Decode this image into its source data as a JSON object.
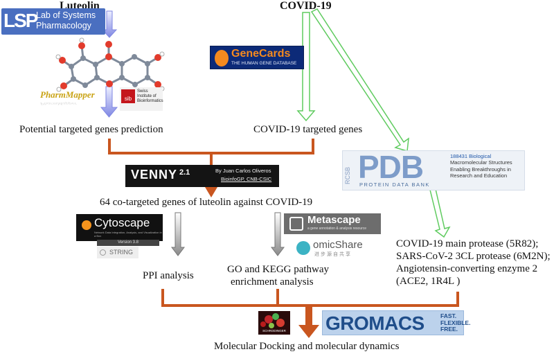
{
  "titles": {
    "luteolin": "Luteolin",
    "covid": "COVID-19"
  },
  "logos": {
    "lsp": {
      "mark": "LSP",
      "name": "Lab of Systems\nPharmacology"
    },
    "genecards": {
      "main": "GeneCards",
      "sub": "THE HUMAN GENE DATABASE"
    },
    "pharmmapper": {
      "label": "PharmMapper"
    },
    "sib": {
      "short": "sib",
      "name": "Swiss Institute of\nBioinformatics"
    },
    "venny": {
      "name": "VENNY",
      "version": "2.1",
      "by": "By Juan Carlos Oliveros",
      "affiliation": "BioinfoGP, CNB-CSIC"
    },
    "pdb": {
      "rcsb": "RCSB",
      "big": "PDB",
      "sub": "PROTEIN DATA BANK",
      "count": "188431 Biological",
      "desc": "Macromolecular Structures\nEnabling Breakthroughs in\nResearch and Education"
    },
    "cytoscape": {
      "name": "Cytoscape",
      "sub": "Network Data Integration, Analysis, and Visualization in a Box",
      "version": "Version 3.8"
    },
    "string": {
      "name": "STRING"
    },
    "metascape": {
      "name": "Metascape",
      "tag": "a gene annotation & analysis resource"
    },
    "omicshare": {
      "name": "omicShare",
      "cn": "进步源自共享"
    },
    "schrodinger": {
      "name": "SCHRODINGER"
    },
    "gromacs": {
      "name": "GROMACS",
      "tag": "FAST.\nFLEXIBLE.\nFREE."
    }
  },
  "texts": {
    "potential": "Potential targeted genes prediction",
    "covid_targets": "COVID-19 targeted genes",
    "cotargeted": "64 co-targeted genes of luteolin against COVID-19",
    "ppi": "PPI analysis",
    "go_kegg_1": "GO and KEGG pathway",
    "go_kegg_2": "enrichment analysis",
    "protease_1": "COVID-19 main protease (5R82);",
    "protease_2": "SARS-CoV-2 3CL protease (6M2N);",
    "protease_3": "Angiotensin-converting enzyme 2",
    "protease_4": "(ACE2, 1R4L )",
    "final": "Molecular Docking and molecular dynamics"
  },
  "colors": {
    "purple_arrow": "#8c93e8",
    "green_arrow": "#6fce6f",
    "orange_connector": "#c9561f",
    "gray_arrow": "#9b9b9b",
    "gromacs_blue": "#1f4d8a"
  }
}
